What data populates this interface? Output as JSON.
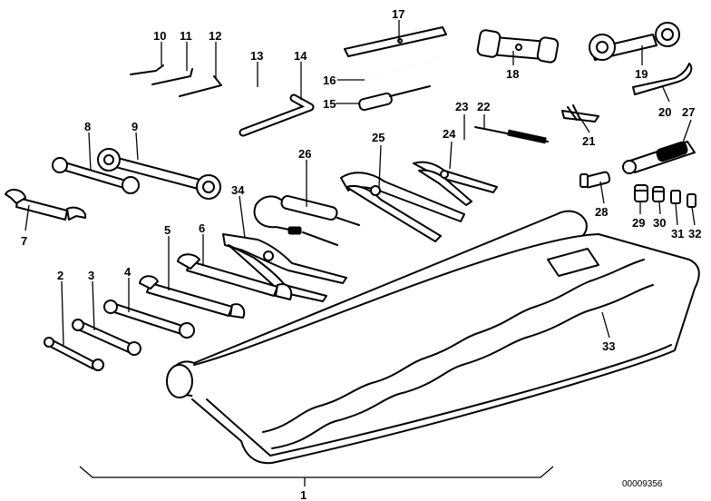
{
  "diagram": {
    "labels": {
      "l1": "1",
      "l2": "2",
      "l3": "3",
      "l4": "4",
      "l5": "5",
      "l6": "6",
      "l7": "7",
      "l8": "8",
      "l9": "9",
      "l10": "10",
      "l11": "11",
      "l12": "12",
      "l13": "13",
      "l14": "14",
      "l15": "15",
      "l16": "16",
      "l17": "17",
      "l18": "18",
      "l19": "19",
      "l20": "20",
      "l21": "21",
      "l22": "22",
      "l23": "23",
      "l24": "24",
      "l25": "25",
      "l26": "26",
      "l27": "27",
      "l28": "28",
      "l29": "29",
      "l30": "30",
      "l31": "31",
      "l32": "32",
      "l33": "33",
      "l34": "34"
    },
    "reference_code": "00009356"
  }
}
